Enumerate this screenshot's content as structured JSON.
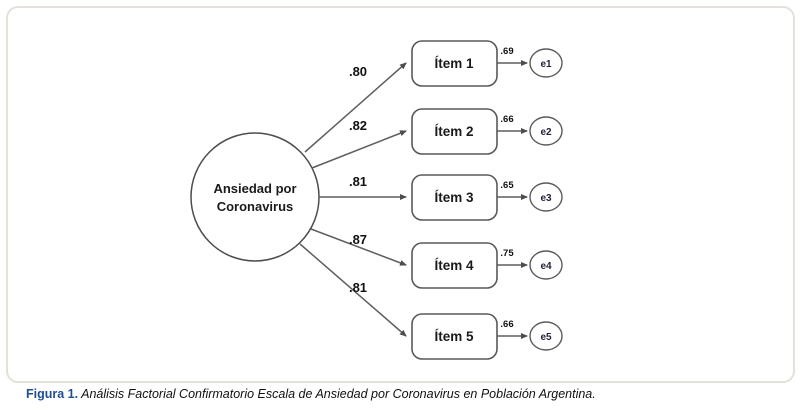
{
  "figure": {
    "caption_label": "Figura 1.",
    "caption_text": " Análisis Factorial Confirmatorio Escala de Ansiedad por Coronavirus en Población Argentina.",
    "frame_border_color": "#e3e1d8",
    "caption_label_color": "#1f4e96"
  },
  "diagram": {
    "type": "cfa-path-diagram",
    "factor": {
      "name": "factor-ansiedad",
      "label_line1": "Ansiedad por",
      "label_line2": "Coronavirus"
    },
    "indicators": [
      {
        "item_label": "Ítem 1",
        "loading": ".80",
        "residual": ".69",
        "error_label": "e1"
      },
      {
        "item_label": "Ítem 2",
        "loading": ".82",
        "residual": ".66",
        "error_label": "e2"
      },
      {
        "item_label": "Ítem 3",
        "loading": ".81",
        "residual": ".65",
        "error_label": "e3"
      },
      {
        "item_label": "Ítem 4",
        "loading": ".87",
        "residual": ".75",
        "error_label": "e4"
      },
      {
        "item_label": "Ítem 5",
        "loading": ".81",
        "residual": ".66",
        "error_label": "e5"
      }
    ]
  },
  "chart_data": {
    "type": "diagram",
    "title": "Análisis Factorial Confirmatorio Escala de Ansiedad por Coronavirus en Población Argentina.",
    "latent_variable": "Ansiedad por Coronavirus",
    "observed_variables": [
      "Ítem 1",
      "Ítem 2",
      "Ítem 3",
      "Ítem 4",
      "Ítem 5"
    ],
    "standardized_loadings": [
      0.8,
      0.82,
      0.81,
      0.87,
      0.81
    ],
    "error_terms": [
      "e1",
      "e2",
      "e3",
      "e4",
      "e5"
    ],
    "residual_values": [
      0.69,
      0.66,
      0.65,
      0.75,
      0.66
    ]
  }
}
